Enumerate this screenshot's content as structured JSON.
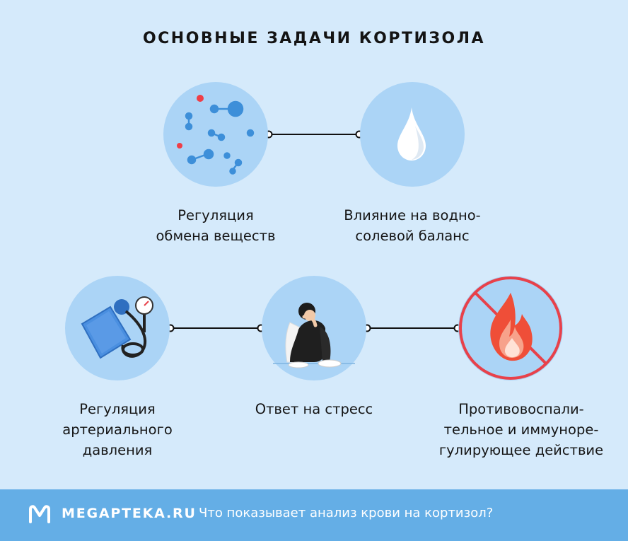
{
  "title": "ОСНОВНЫЕ ЗАДАЧИ КОРТИЗОЛА",
  "items": [
    {
      "lines": [
        "Регуляция",
        "обмена веществ"
      ],
      "icon": "molecules-icon"
    },
    {
      "lines": [
        "Влияние на водно-",
        "солевой баланс"
      ],
      "icon": "water-drop-icon"
    },
    {
      "lines": [
        "Регуляция",
        "артериального",
        "давления"
      ],
      "icon": "blood-pressure-monitor-icon"
    },
    {
      "lines": [
        "Ответ на стресс"
      ],
      "icon": "stressed-person-icon"
    },
    {
      "lines": [
        "Противовоспали-",
        "тельное и иммуноре-",
        "гулирующее действие"
      ],
      "icon": "crossed-fire-icon"
    }
  ],
  "footer": {
    "brand": "MEGAPTEKA.RU",
    "link": "Что показывает анализ крови на кортизол?"
  },
  "colors": {
    "background": "#d5eafb",
    "circle": "#abd4f6",
    "footer": "#64aee6",
    "prohibit_red": "#e8414a"
  }
}
